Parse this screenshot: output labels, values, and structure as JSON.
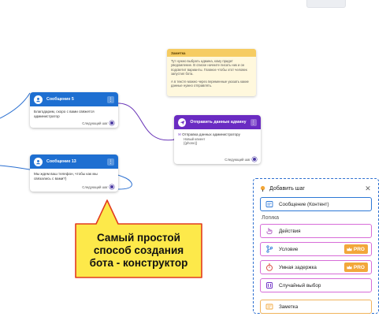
{
  "colors": {
    "blue": "#1e6fd1",
    "purple": "#6a2bc2",
    "note_header": "#f6cc62",
    "callout_fill": "#fde94a",
    "callout_border": "#e23b1f",
    "panel_border": "#2d6fd0",
    "pro_badge": "#f2a73a",
    "connector": "#6a36b8"
  },
  "nodes": {
    "message5": {
      "title": "Сообщение 5",
      "body": "Благодарим, скоро с вами свяжется администратор",
      "footer": "Следующий шаг"
    },
    "message13": {
      "title": "Сообщение 13",
      "body": "Мы ждем ваш телефон, чтобы как мы связались с вами?)",
      "footer": "Следующий шаг"
    },
    "send_data": {
      "title": "Отправить данные админу",
      "body_main": "Отправка данных администратору",
      "body_sub1": "Новый клиент",
      "body_sub2": "{{phone}}",
      "footer": "Следующий шаг"
    },
    "note": {
      "title": "Заметка",
      "text1": "Тут нужно выбрать админа, кому придет уведомление. В списке начните писать ник и он подсветит варианты. Главное чтобы этот человек запустил бота.",
      "text2": "А в тексте можно через переменные указать какие данные нужно отправлять."
    }
  },
  "callout": {
    "line1": "Самый простой",
    "line2": "способ создания",
    "line3": "бота - конструктор"
  },
  "panel": {
    "title": "Добавить шаг",
    "close_icon": "close-icon",
    "steps_content": [
      {
        "label": "Сообщение (Контент)",
        "icon": "message-icon"
      }
    ],
    "logic_label": "Логика",
    "steps_logic": [
      {
        "label": "Действия",
        "icon": "hand-pointer-icon",
        "pro": false
      },
      {
        "label": "Условие",
        "icon": "branch-icon",
        "pro": true
      },
      {
        "label": "Умная задержка",
        "icon": "stopwatch-icon",
        "pro": true
      },
      {
        "label": "Случайный выбор",
        "icon": "random-icon",
        "pro": false
      }
    ],
    "pro_label": "PRO",
    "note_step": {
      "label": "Заметка",
      "icon": "note-icon"
    }
  }
}
